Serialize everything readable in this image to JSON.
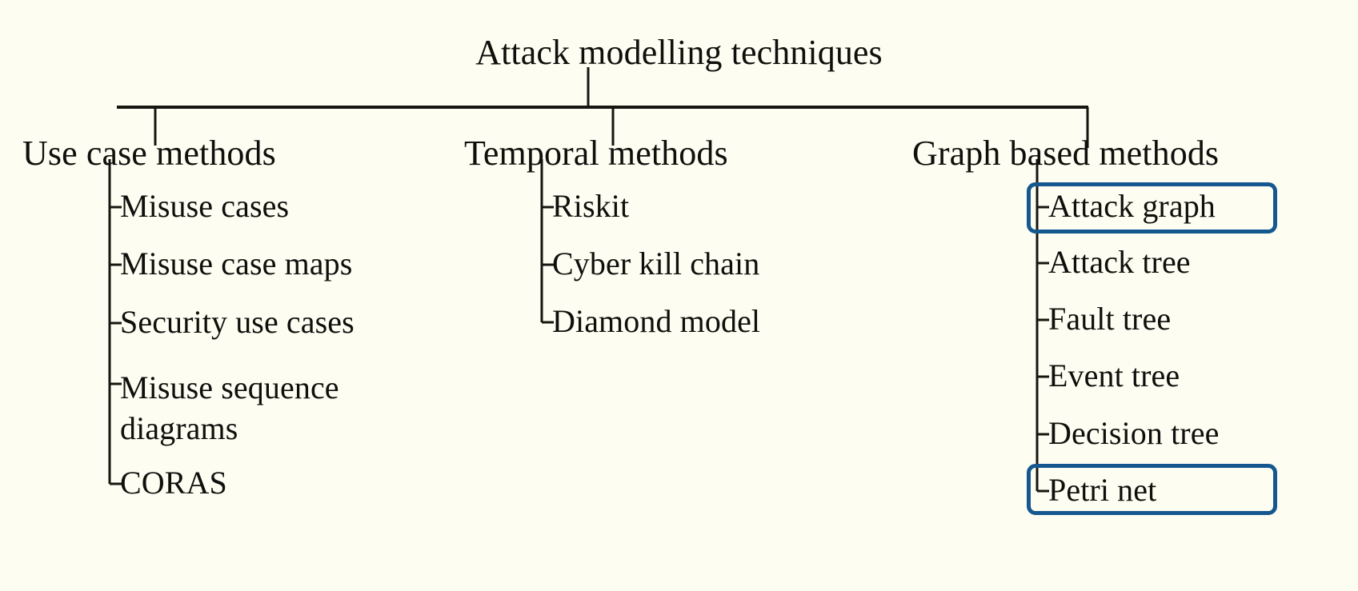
{
  "figure": {
    "type": "tree-taxonomy-diagram",
    "background_color": "#fdfdf2",
    "line_color": "#16150f",
    "highlight_color": "#15588f",
    "root": "Attack modelling techniques",
    "branches": [
      {
        "id": "use-case-methods",
        "title": "Use case methods",
        "leaves": [
          {
            "label": "Misuse cases",
            "highlighted": false
          },
          {
            "label": "Misuse case maps",
            "highlighted": false
          },
          {
            "label": "Security use cases",
            "highlighted": false
          },
          {
            "label": "Misuse sequence diagrams",
            "highlighted": false
          },
          {
            "label": "CORAS",
            "highlighted": false
          }
        ]
      },
      {
        "id": "temporal-methods",
        "title": "Temporal methods",
        "leaves": [
          {
            "label": "Riskit",
            "highlighted": false
          },
          {
            "label": "Cyber kill chain",
            "highlighted": false
          },
          {
            "label": "Diamond model",
            "highlighted": false
          }
        ]
      },
      {
        "id": "graph-based-methods",
        "title": "Graph based methods",
        "leaves": [
          {
            "label": "Attack graph",
            "highlighted": true
          },
          {
            "label": "Attack tree",
            "highlighted": false
          },
          {
            "label": "Fault tree",
            "highlighted": false
          },
          {
            "label": "Event tree",
            "highlighted": false
          },
          {
            "label": "Decision tree",
            "highlighted": false
          },
          {
            "label": "Petri net",
            "highlighted": true
          }
        ]
      }
    ]
  }
}
